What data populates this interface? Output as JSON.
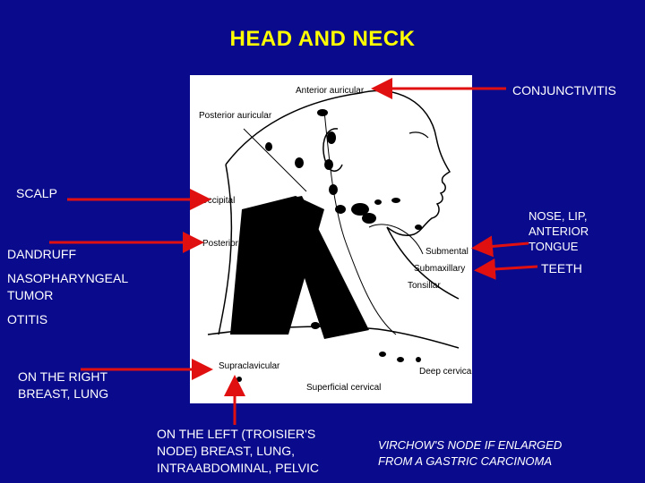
{
  "title": "HEAD AND NECK",
  "figure_labels": {
    "anterior_auricular": "Anterior auricular",
    "posterior_auricular": "Posterior auricular",
    "occipital": "Occipital",
    "posterior_cervical": "Posterior cervical",
    "submental": "Submental",
    "submaxillary": "Submaxillary",
    "tonsillar": "Tonsillar",
    "supraclavicular": "Supraclavicular",
    "deep_cervical": "Deep cervical",
    "superficial_cervical": "Superficial cervical"
  },
  "annotations": {
    "conjunctivitis": "CONJUNCTIVITIS",
    "scalp": "SCALP",
    "nose_lip_tongue": "NOSE, LIP,\nANTERIOR\nTONGUE",
    "dandruff": "DANDRUFF",
    "teeth": "TEETH",
    "nasopharyngeal": "NASOPHARYNGEAL\nTUMOR",
    "otitis": "OTITIS",
    "right_side": "ON THE RIGHT\nBREAST, LUNG",
    "left_side": "ON THE LEFT (TROISIER'S\nNODE) BREAST, LUNG,\nINTRAABDOMINAL, PELVIC",
    "virchow": "VIRCHOW'S NODE IF ENLARGED\nFROM A GASTRIC CARCINOMA"
  },
  "colors": {
    "background": "#0a0a8c",
    "title": "#ffff00",
    "text": "#ffffff",
    "arrow": "#e01010"
  }
}
